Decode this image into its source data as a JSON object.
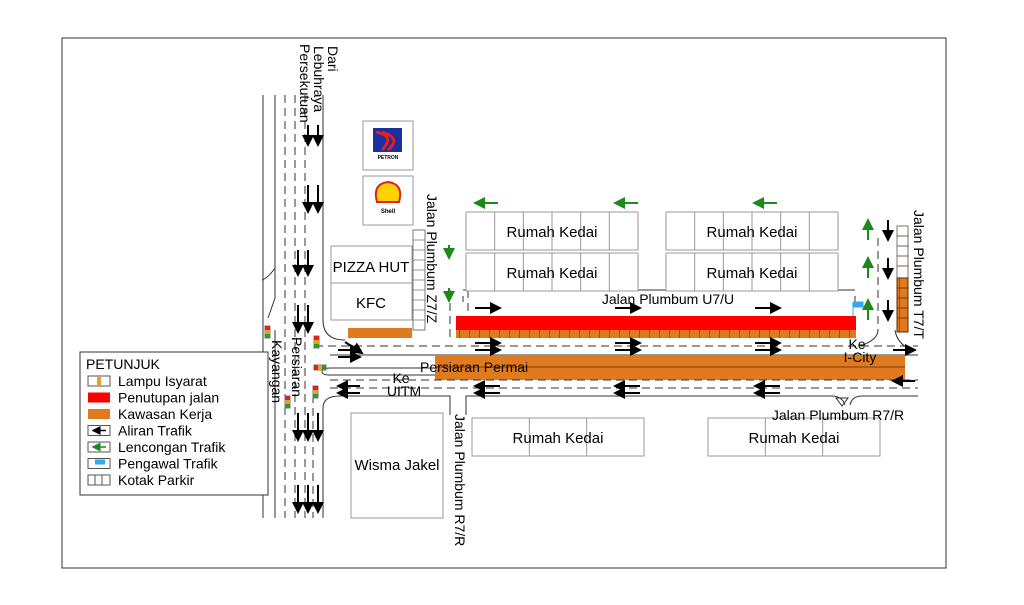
{
  "colors": {
    "closure": "#ff0000",
    "work_zone": "#e07a1f",
    "detour": "#1a8a1a",
    "traffic": "#000000",
    "marshal": "#33aaee"
  },
  "labels": {
    "from_highway": [
      "Dari",
      "Lebuhraya",
      "Persekutuan"
    ],
    "persiaran_kayangan": [
      "Persiaran",
      "Kayangan"
    ],
    "jalan_z7z": "Jalan Plumbum Z7/Z",
    "jalan_u7u": "Jalan Plumbum U7/U",
    "jalan_t7t": "Jalan Plumbum T7/T",
    "jalan_r7r_left": "Jalan Plumbum R7/R",
    "jalan_r7r_right": "Jalan Plumbum R7/R",
    "persiaran_permai": "Persiaran Permai",
    "to_uitm": [
      "Ke",
      "UITM"
    ],
    "to_icity": [
      "Ke",
      "I-City"
    ]
  },
  "buildings": {
    "pizza_hut": "PIZZA HUT",
    "kfc": "KFC",
    "wisma_jakel": "Wisma Jakel",
    "shophouses": [
      "Rumah Kedai",
      "Rumah Kedai",
      "Rumah Kedai",
      "Rumah Kedai",
      "Rumah Kedai",
      "Rumah Kedai"
    ],
    "petron_logo": "PETRON",
    "shell_logo": "Shell"
  },
  "legend": {
    "title": "PETUNJUK",
    "items": [
      {
        "icon": "traffic-light-icon",
        "label": "Lampu Isyarat"
      },
      {
        "icon": "road-closure-swatch",
        "label": "Penutupan jalan"
      },
      {
        "icon": "work-zone-swatch",
        "label": "Kawasan Kerja"
      },
      {
        "icon": "traffic-flow-arrow-icon",
        "label": "Aliran Trafik"
      },
      {
        "icon": "detour-arrow-icon",
        "label": "Lencongan Trafik"
      },
      {
        "icon": "traffic-marshal-flag-icon",
        "label": "Pengawal Trafik"
      },
      {
        "icon": "parking-bay-icon",
        "label": "Kotak Parkir"
      }
    ]
  }
}
